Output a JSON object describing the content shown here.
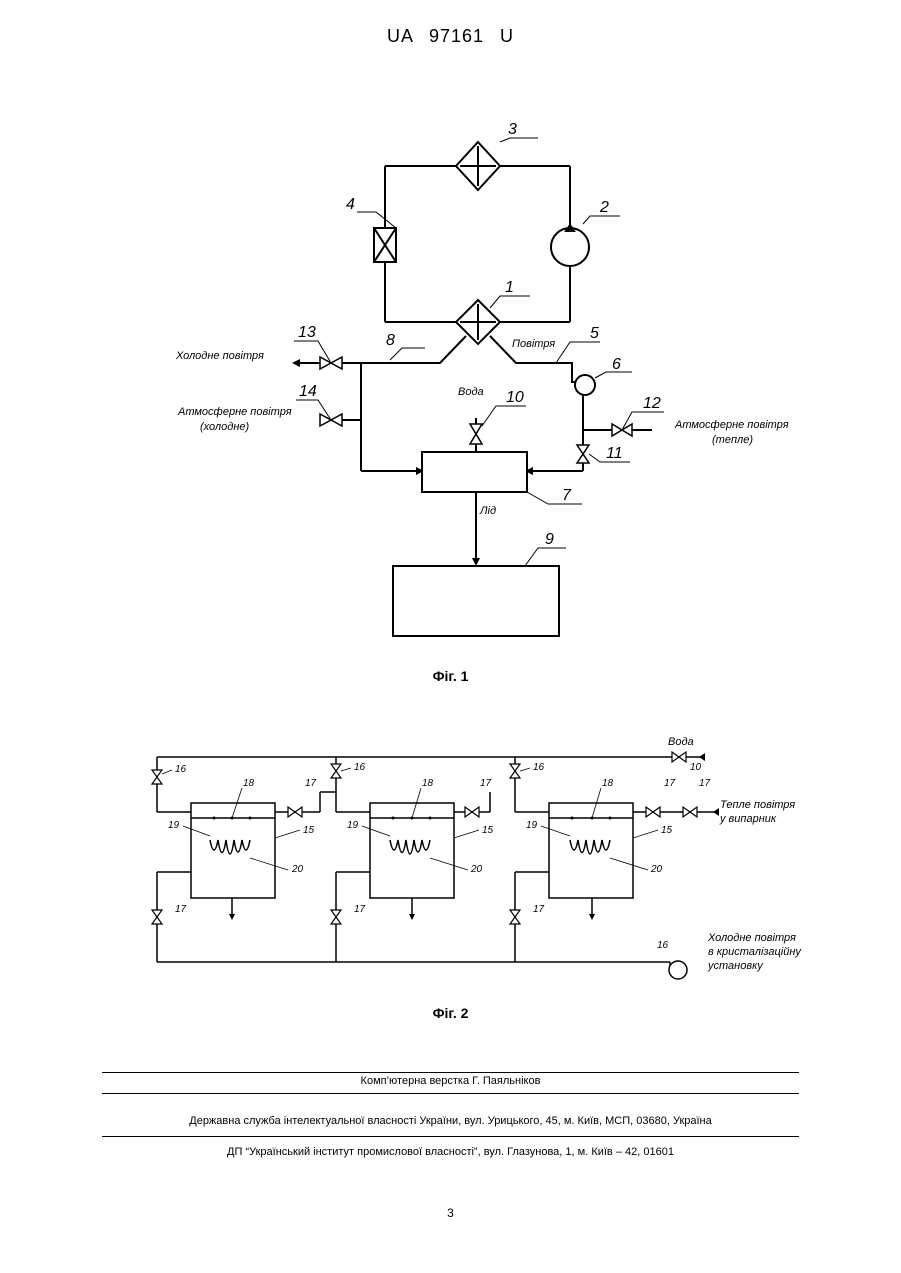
{
  "header": {
    "doc_number": "UA   97161   U"
  },
  "figure1": {
    "caption": "Фіг. 1",
    "labels": {
      "n1": "1",
      "n2": "2",
      "n3": "3",
      "n4": "4",
      "n5": "5",
      "n6": "6",
      "n7": "7",
      "n8": "8",
      "n9": "9",
      "n10": "10",
      "n11": "11",
      "n12": "12",
      "n13": "13",
      "n14": "14",
      "cold_air": "Холодне повітря",
      "atm_cold_1": "Атмосферне повітря",
      "atm_cold_2": "(холодне)",
      "air": "Повітря",
      "water": "Вода",
      "atm_warm_1": "Атмосферне повітря",
      "atm_warm_2": "(тепле)",
      "ice": "Лід"
    }
  },
  "figure2": {
    "caption": "Фіг. 2",
    "labels": {
      "water": "Вода",
      "warm_air_1": "Тепле повітря",
      "warm_air_2": "у випарник",
      "cold_air_1": "Холодне повітря",
      "cold_air_2": "в кристалізаційну",
      "cold_air_3": "установку",
      "n10": "10",
      "n15": "15",
      "n16": "16",
      "n17": "17",
      "n18": "18",
      "n19": "19",
      "n20": "20"
    }
  },
  "footer": {
    "layout": "Комп’ютерна верстка Г. Паяльніков",
    "agency": "Державна служба інтелектуальної власності України, вул. Урицького, 45, м. Київ, МСП, 03680, Україна",
    "institute": "ДП “Український інститут промислової власності”, вул. Глазунова, 1, м. Київ – 42, 01601"
  },
  "page_number": "3"
}
